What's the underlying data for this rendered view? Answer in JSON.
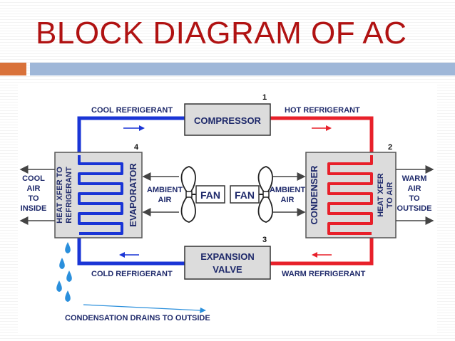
{
  "slide": {
    "title": "BLOCK DIAGRAM OF AC"
  },
  "diagram": {
    "components": {
      "compressor": {
        "label": "COMPRESSOR",
        "number": "1"
      },
      "condenser": {
        "label": "CONDENSER",
        "number": "2"
      },
      "expansion_valve": {
        "line1": "EXPANSION",
        "line2": "VALVE",
        "number": "3"
      },
      "evaporator": {
        "label": "EVAPORATOR",
        "number": "4"
      }
    },
    "refrigerant_labels": {
      "cool": "COOL REFRIGERANT",
      "hot": "HOT REFRIGERANT",
      "cold": "COLD REFRIGERANT",
      "warm": "WARM REFRIGERANT"
    },
    "heat_transfer": {
      "evaporator_line1": "HEAT XFER TO",
      "evaporator_line2": "REFRIGERANT",
      "condenser_line1": "HEAT XFER",
      "condenser_line2": "TO AIR"
    },
    "air_labels": {
      "cool_air": {
        "line1": "COOL",
        "line2": "AIR",
        "line3": "TO",
        "line4": "INSIDE"
      },
      "warm_air": {
        "line1": "WARM",
        "line2": "AIR",
        "line3": "TO",
        "line4": "OUTSIDE"
      },
      "ambient_left": {
        "line1": "AMBIENT",
        "line2": "AIR"
      },
      "ambient_right": {
        "line1": "AMBIENT",
        "line2": "AIR"
      }
    },
    "fans": {
      "left": "FAN",
      "right": "FAN"
    },
    "condensation_note": "CONDENSATION DRAINS TO OUTSIDE",
    "colors": {
      "title": "#b01212",
      "cold_line": "#1a35d6",
      "hot_line": "#e8202a",
      "label_text": "#1f2a6b",
      "component_box": "#dcdcdc",
      "drops": "#2a8fdc",
      "arrow_gray": "#555555"
    }
  }
}
